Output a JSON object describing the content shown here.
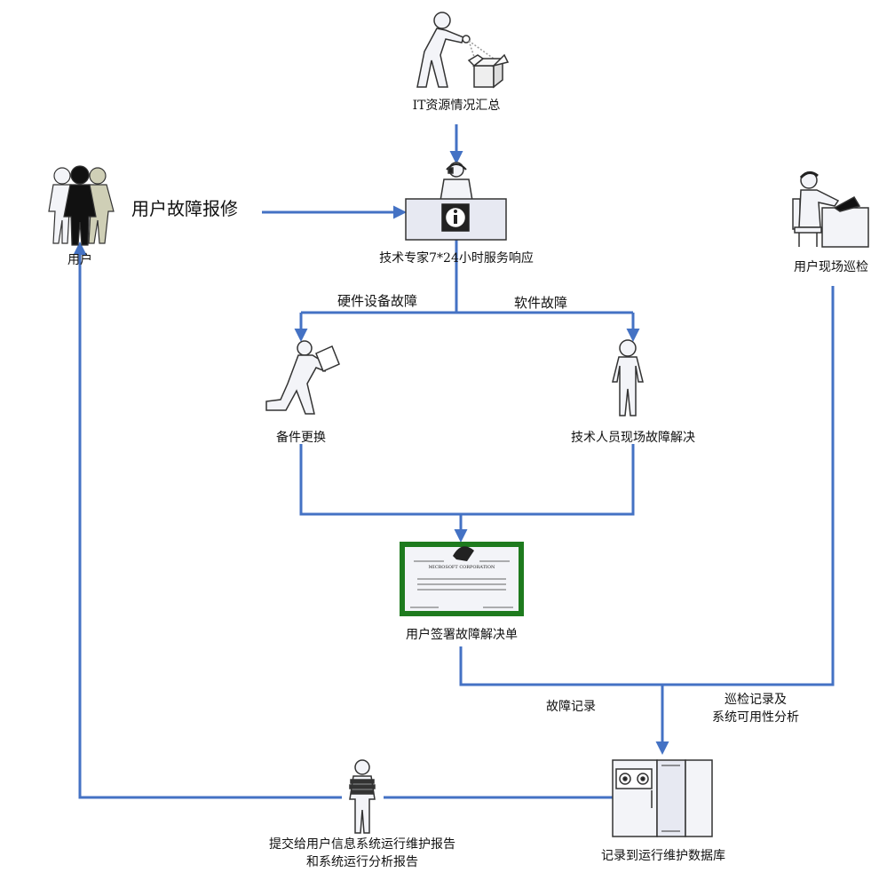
{
  "nodes": {
    "it_summary": "IT资源情况汇总",
    "expert": "技术专家7*24小时服务响应",
    "user": "用户",
    "inspection": "用户现场巡检",
    "spare": "备件更换",
    "tech_onsite": "技术人员现场故障解决",
    "sign": "用户签署故障解决单",
    "database": "记录到运行维护数据库",
    "report_line1": "提交给用户信息系统运行维护报告",
    "report_line2": "和系统运行分析报告"
  },
  "edges": {
    "user_report": "用户故障报修",
    "hardware": "硬件设备故障",
    "software": "软件故障",
    "fault_record": "故障记录",
    "inspect_line1": "巡检记录及",
    "inspect_line2": "系统可用性分析"
  },
  "certificate": {
    "company": "MICROSOFT CORPORATION"
  },
  "colors": {
    "arrow": "#4472C4",
    "certificate_border": "#1E7B1E",
    "figure": "#F3F4F8"
  }
}
